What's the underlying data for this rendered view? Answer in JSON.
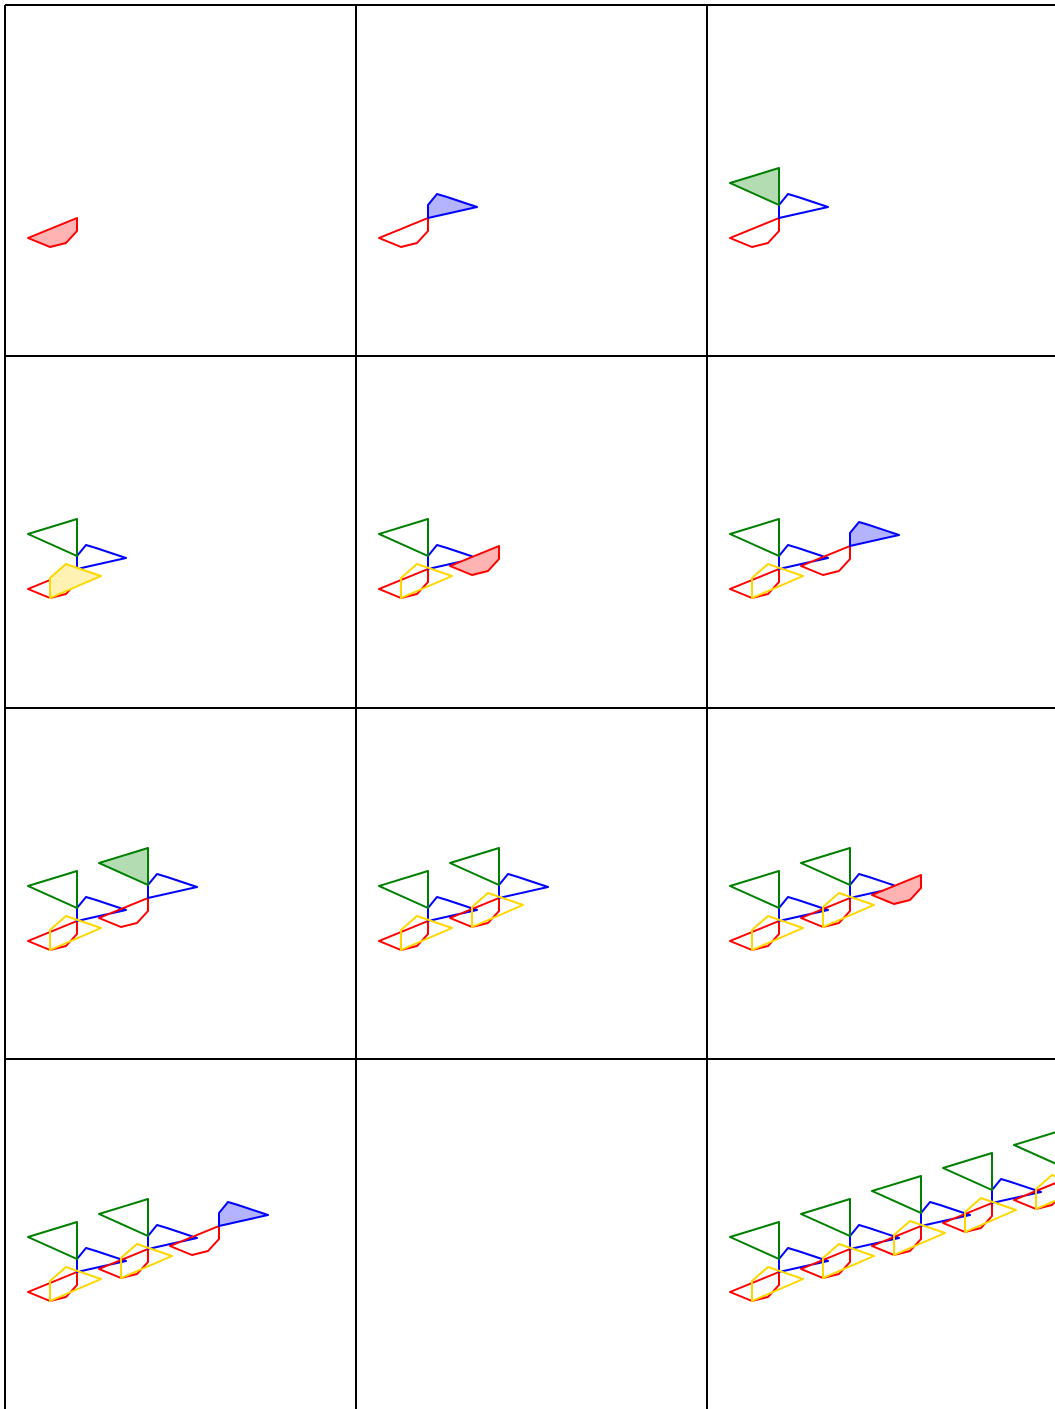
{
  "colors": {
    "background": "#ffffff",
    "grid_line": "#000000",
    "red": "#ff0000",
    "blue": "#0000ff",
    "green": "#008000",
    "yellow": "#ffd700",
    "red_fill": "#ffb3b3",
    "blue_fill": "#b3b3ff",
    "green_fill": "#b3dcb3",
    "yellow_fill": "#fff2b3"
  },
  "shapes": {
    "red": "pentagon-down",
    "blue": "pentagon-up",
    "green": "triangle-left",
    "yellow": "pentagon-slanted"
  },
  "panels": [
    {
      "row": 1,
      "col": 1,
      "blocks": 0,
      "new_piece": "red",
      "filled": true
    },
    {
      "row": 1,
      "col": 2,
      "blocks": 0,
      "new_piece": "blue",
      "filled": true
    },
    {
      "row": 1,
      "col": 3,
      "blocks": 0,
      "new_piece": "green",
      "filled": true
    },
    {
      "row": 2,
      "col": 1,
      "blocks": 0,
      "new_piece": "yellow",
      "filled": true
    },
    {
      "row": 2,
      "col": 2,
      "blocks": 1,
      "new_piece": "red",
      "filled": true
    },
    {
      "row": 2,
      "col": 3,
      "blocks": 1,
      "new_piece": "blue",
      "filled": true
    },
    {
      "row": 3,
      "col": 1,
      "blocks": 1,
      "new_piece": "green",
      "filled": true
    },
    {
      "row": 3,
      "col": 2,
      "blocks": 1,
      "new_piece": "yellow",
      "filled": false
    },
    {
      "row": 3,
      "col": 3,
      "blocks": 2,
      "new_piece": "red",
      "filled": true
    },
    {
      "row": 4,
      "col": 1,
      "blocks": 2,
      "new_piece": "blue",
      "filled": true
    },
    {
      "row": 4,
      "col": 2,
      "blocks": 0,
      "new_piece": "",
      "filled": false
    },
    {
      "row": 4,
      "col": 3,
      "blocks": 5,
      "new_piece": "",
      "filled": false
    }
  ]
}
